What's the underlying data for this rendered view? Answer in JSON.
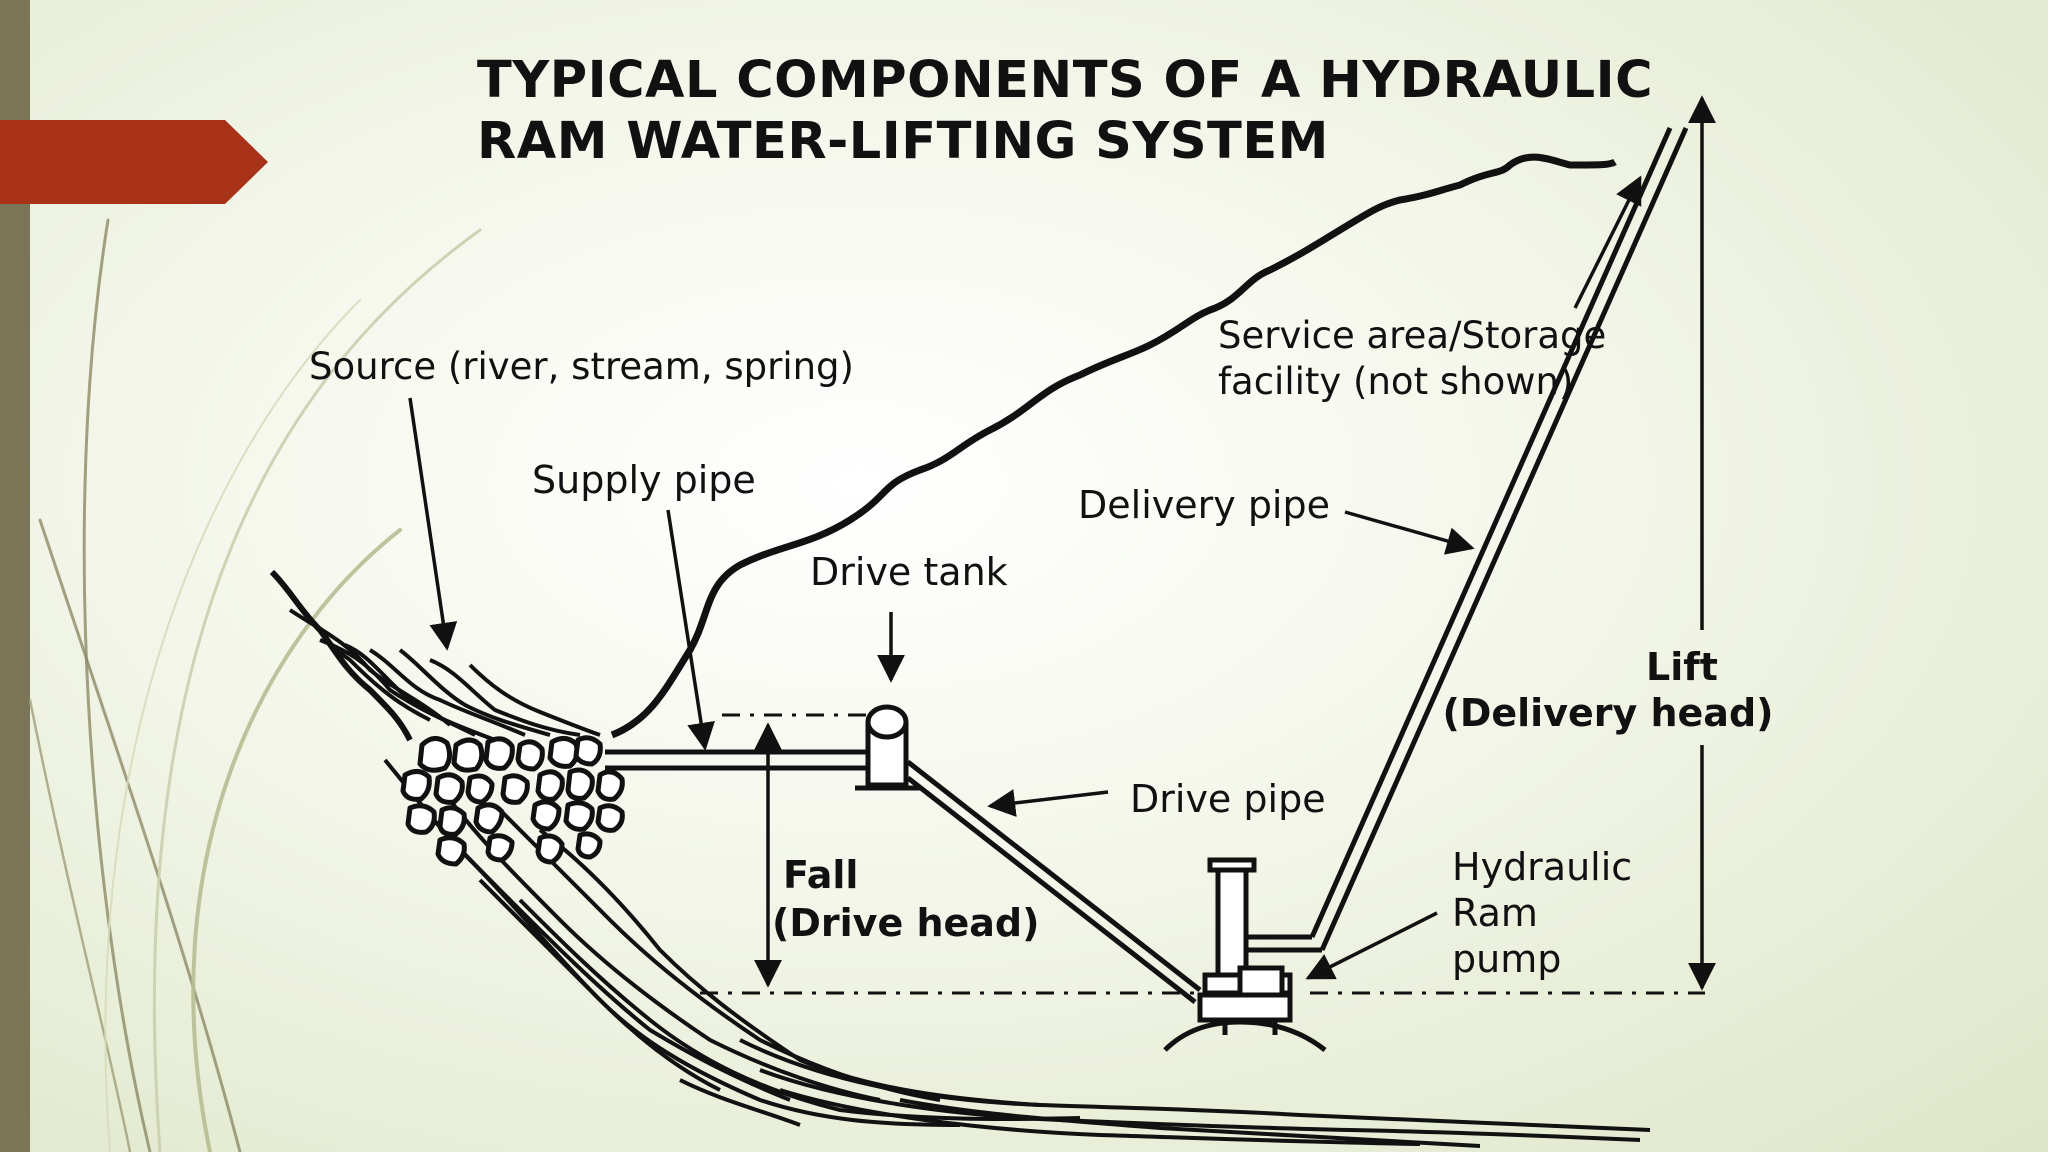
{
  "slide": {
    "title_line1": "TYPICAL COMPONENTS OF A HYDRAULIC",
    "title_line2": "RAM  WATER-LIFTING SYSTEM",
    "accent_color": "#a83218",
    "sidebar_color": "#7b7558"
  },
  "labels": {
    "source": "Source (river, stream, spring)",
    "supply_pipe": "Supply pipe",
    "drive_tank": "Drive tank",
    "service_area_line1": "Service area/Storage",
    "service_area_line2": "facility (not shown)",
    "delivery_pipe": "Delivery pipe",
    "drive_pipe": "Drive pipe",
    "lift_line1": "Lift",
    "lift_line2": "(Delivery head)",
    "fall_line1": "Fall",
    "fall_line2": "(Drive head)",
    "ram_line1": "Hydraulic",
    "ram_line2": "Ram",
    "ram_line3": "pump"
  }
}
